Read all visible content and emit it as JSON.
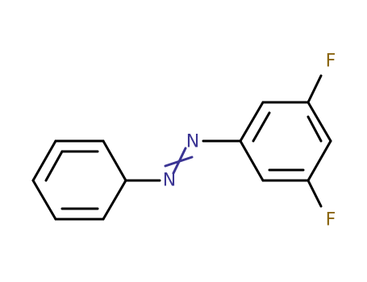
{
  "molecule": {
    "atoms": {
      "n_upper": {
        "label": "N",
        "color": "#3b3594"
      },
      "n_lower": {
        "label": "N",
        "color": "#3b3594"
      },
      "f_top": {
        "label": "F",
        "color": "#8a6510"
      },
      "f_bottom": {
        "label": "F",
        "color": "#8a6510"
      }
    },
    "bond_color": "#000000",
    "azo_bond_color": "#3b3594"
  }
}
